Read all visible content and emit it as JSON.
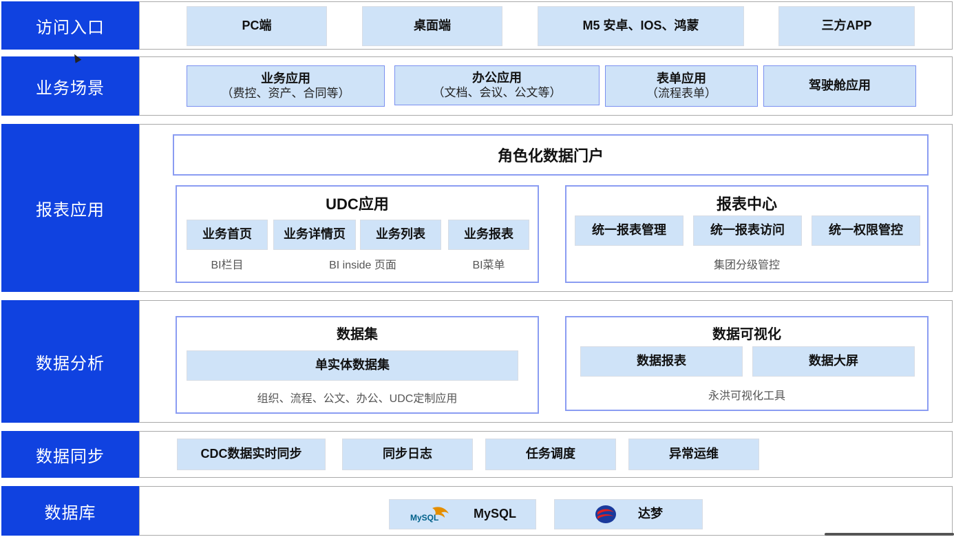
{
  "rows": {
    "access": {
      "label": "访问入口",
      "items": [
        "PC端",
        "桌面端",
        "M5 安卓、IOS、鸿蒙",
        "三方APP"
      ]
    },
    "scenario": {
      "label": "业务场景",
      "items": [
        {
          "title": "业务应用",
          "sub": "（费控、资产、合同等）"
        },
        {
          "title": "办公应用",
          "sub": "（文档、会议、公文等）"
        },
        {
          "title": "表单应用",
          "sub": "（流程表单）"
        },
        {
          "title": "驾驶舱应用",
          "sub": ""
        }
      ]
    },
    "report": {
      "label": "报表应用",
      "portal": "角色化数据门户",
      "udc": {
        "title": "UDC应用",
        "items": [
          "业务首页",
          "业务详情页",
          "业务列表",
          "业务报表"
        ],
        "captions": [
          "BI栏目",
          "BI inside 页面",
          "BI菜单"
        ]
      },
      "center": {
        "title": "报表中心",
        "items": [
          "统一报表管理",
          "统一报表访问",
          "统一权限管控"
        ],
        "caption": "集团分级管控"
      }
    },
    "analysis": {
      "label": "数据分析",
      "dataset": {
        "title": "数据集",
        "item": "单实体数据集",
        "caption": "组织、流程、公文、办公、UDC定制应用"
      },
      "viz": {
        "title": "数据可视化",
        "items": [
          "数据报表",
          "数据大屏"
        ],
        "caption": "永洪可视化工具"
      }
    },
    "sync": {
      "label": "数据同步",
      "items": [
        "CDC数据实时同步",
        "同步日志",
        "任务调度",
        "异常运维"
      ]
    },
    "db": {
      "label": "数据库",
      "items": [
        {
          "name": "MySQL",
          "logo_text": "MySQL",
          "icon": "mysql-dolphin-logo"
        },
        {
          "name": "达梦",
          "icon": "dameng-logo"
        }
      ]
    }
  },
  "colors": {
    "label_bg": "#1042e0",
    "box_bg": "#cfe3f8",
    "panel_border": "#8a9cf2"
  }
}
